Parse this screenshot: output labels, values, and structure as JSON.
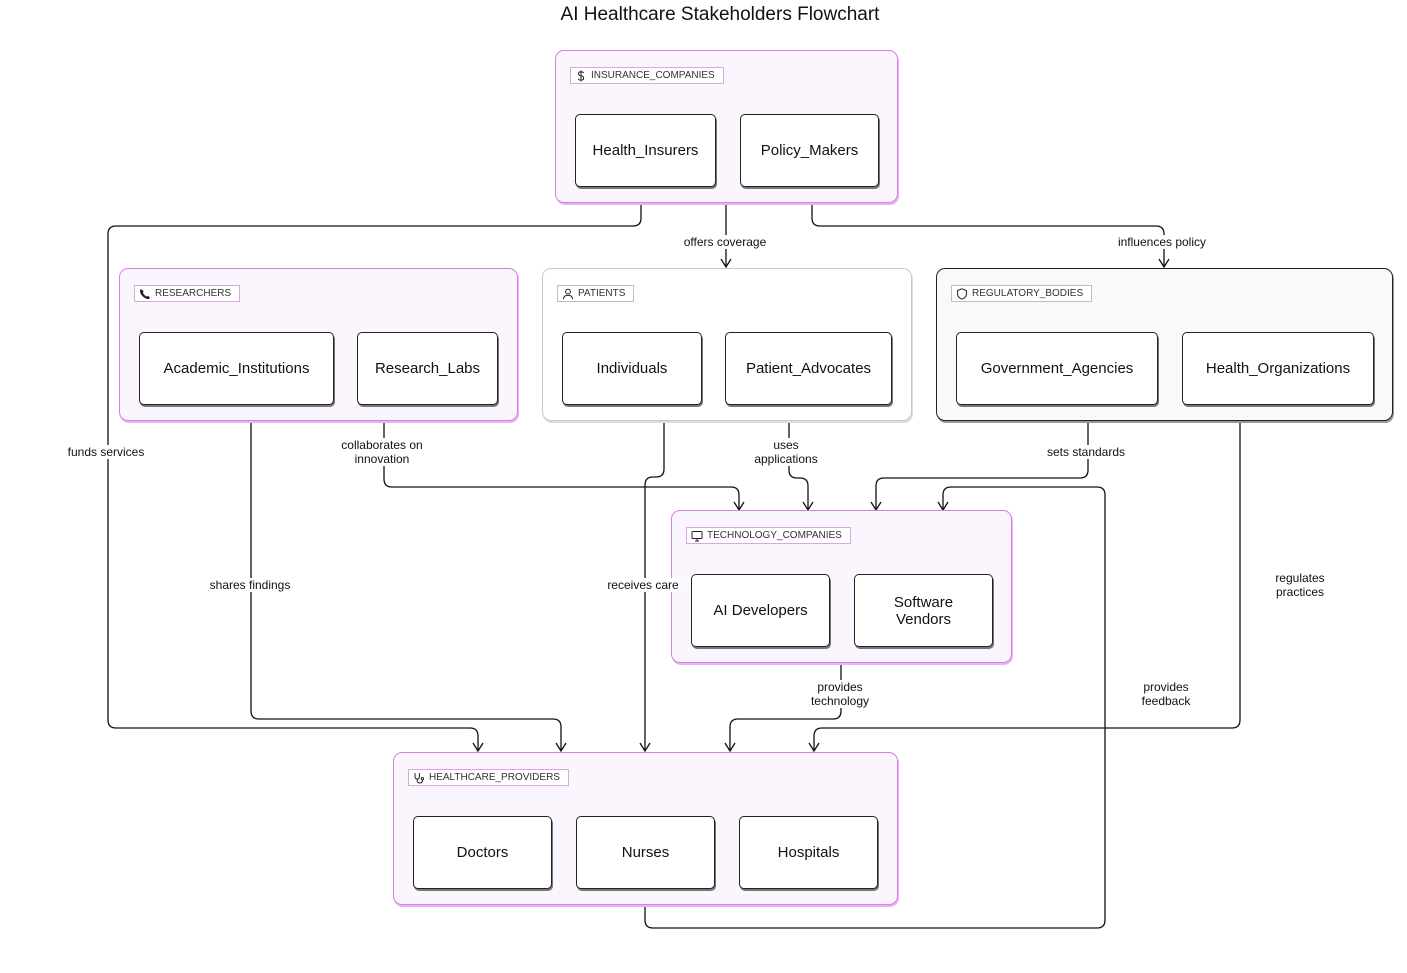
{
  "title": "AI Healthcare Stakeholders Flowchart",
  "groups": {
    "insurance": {
      "label": "INSURANCE_COMPANIES",
      "icon": "dollar-icon",
      "nodes": [
        "Health_Insurers",
        "Policy_Makers"
      ]
    },
    "researchers": {
      "label": "RESEARCHERS",
      "icon": "phone-icon",
      "nodes": [
        "Academic_Institutions",
        "Research_Labs"
      ]
    },
    "patients": {
      "label": "PATIENTS",
      "icon": "user-icon",
      "nodes": [
        "Individuals",
        "Patient_Advocates"
      ]
    },
    "regulatory": {
      "label": "REGULATORY_BODIES",
      "icon": "shield-icon",
      "nodes": [
        "Government_Agencies",
        "Health_Organizations"
      ]
    },
    "technology": {
      "label": "TECHNOLOGY_COMPANIES",
      "icon": "monitor-icon",
      "nodes": [
        "AI Developers",
        "Software Vendors"
      ]
    },
    "healthcare": {
      "label": "HEALTHCARE_PROVIDERS",
      "icon": "stethoscope-icon",
      "nodes": [
        "Doctors",
        "Nurses",
        "Hospitals"
      ]
    }
  },
  "edges": {
    "offers_coverage": "offers coverage",
    "influences_policy": "influences policy",
    "funds_services": "funds services",
    "collaborates_on_innovation": "collaborates on innovation",
    "uses_applications": "uses applications",
    "sets_standards": "sets standards",
    "shares_findings": "shares findings",
    "receives_care": "receives care",
    "regulates_practices": "regulates practices",
    "provides_technology": "provides technology",
    "provides_feedback": "provides feedback"
  },
  "colors": {
    "group_pink_border": "#d97ee6",
    "group_pink_fill": "#fbf5fd",
    "edge": "#111111"
  }
}
